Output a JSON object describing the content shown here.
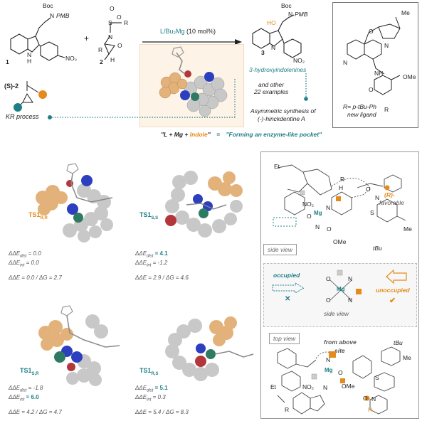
{
  "top": {
    "cmpd1": {
      "boc": "Boc",
      "n": "N",
      "pmb": "PMB",
      "nh": "N",
      "h": "H",
      "no2": "NO₂",
      "num": "1"
    },
    "cmpd2": {
      "s": "S",
      "r": "R",
      "o1": "O",
      "o2": "O",
      "n": "N",
      "o": "O",
      "r2": "R",
      "h": "H",
      "num": "2"
    },
    "plus": "+",
    "catalyst_prefix": "L/",
    "catalyst_metal": "Bu₂Mg",
    "catalyst_load": "(10 mol%)",
    "product": {
      "boc": "Boc",
      "n": "N",
      "pmb": "PMB",
      "ho": "HO",
      "nring": "N",
      "no2": "NO₂",
      "num": "3"
    },
    "product_desc": "3-hydroxyindolenines",
    "examples_line1": "and other",
    "examples_line2": "22 examples",
    "synth_line1": "Asymmetric synthesis of",
    "synth_line2": "(-)-hinckdentine A",
    "s2_label": "(S)-2",
    "kr_process": "KR process",
    "caption_left": "\"L + Mg + ",
    "caption_indole": "Indole",
    "caption_mid": "\"",
    "caption_eq": "=",
    "caption_right": "\"Forming an enzyme-like pocket\"",
    "ligand": {
      "me": "Me",
      "o": "O",
      "n1": "N",
      "ome": "OMe",
      "nh": "NH",
      "o2": "O",
      "n2": "N",
      "r": "R",
      "line1": "R= p-tBu-Ph",
      "line2": "new ligand"
    }
  },
  "ts": [
    {
      "label": "TS1",
      "sub": "R,R",
      "e_dist_label": "ΔΔE",
      "e_dist_sub": "dist",
      "e_dist": "= 0.0",
      "e_int_label": "ΔΔE",
      "e_int_sub": "int",
      "e_int": "= 0.0",
      "summary": "ΔΔE = 0.0 / ΔG = 2.7",
      "hl_dist": false,
      "hl_int": false
    },
    {
      "label": "TS1",
      "sub": "S,S",
      "e_dist_label": "ΔΔE",
      "e_dist_sub": "dist",
      "e_dist": "= 4.1",
      "e_int_label": "ΔΔE",
      "e_int_sub": "int",
      "e_int": "= -1.2",
      "summary": "ΔΔE = 2.9 / ΔG = 4.6",
      "hl_dist": true,
      "hl_int": false
    },
    {
      "label": "TS1",
      "sub": "S,R",
      "e_dist_label": "ΔΔE",
      "e_dist_sub": "dist",
      "e_dist": "= -1.8",
      "e_int_label": "ΔΔE",
      "e_int_sub": "int",
      "e_int": "= 6.0",
      "summary": "ΔΔE = 4.2 / ΔG = 4.7",
      "hl_dist": false,
      "hl_int": true
    },
    {
      "label": "TS1",
      "sub": "R,S",
      "e_dist_label": "ΔΔE",
      "e_dist_sub": "dist",
      "e_dist": "= 5.1",
      "e_int_label": "ΔΔE",
      "e_int_sub": "int",
      "e_int": "= 0.3",
      "summary": "ΔΔE = 5.4 / ΔG = 8.3",
      "hl_dist": true,
      "hl_int": false
    }
  ],
  "right_panel": {
    "favorable_r": "(R)-",
    "favorable": "favorable",
    "side_view": "side view",
    "occupied": "occupied",
    "unoccupied": "unoccupied",
    "side_view2": "side view",
    "top_view": "top view",
    "from_above": "from above",
    "site": "site",
    "tbu": "tBu",
    "me": "Me",
    "mg": "Mg",
    "o": "O",
    "n": "N",
    "r": "R",
    "h": "H",
    "s": "S",
    "et": "Et",
    "ome": "OMe",
    "no2": "NO₂",
    "cross": "✕",
    "check": "✔"
  },
  "colors": {
    "teal": "#1f7f86",
    "orange": "#e58a1c",
    "sphere_grey": "#c8c8c8",
    "sphere_tan": "#e2b27a",
    "sphere_blue": "#2b3fbf",
    "sphere_red": "#b3363a",
    "sphere_green": "#2f7a63",
    "box_bg": "#fdf3e6"
  }
}
